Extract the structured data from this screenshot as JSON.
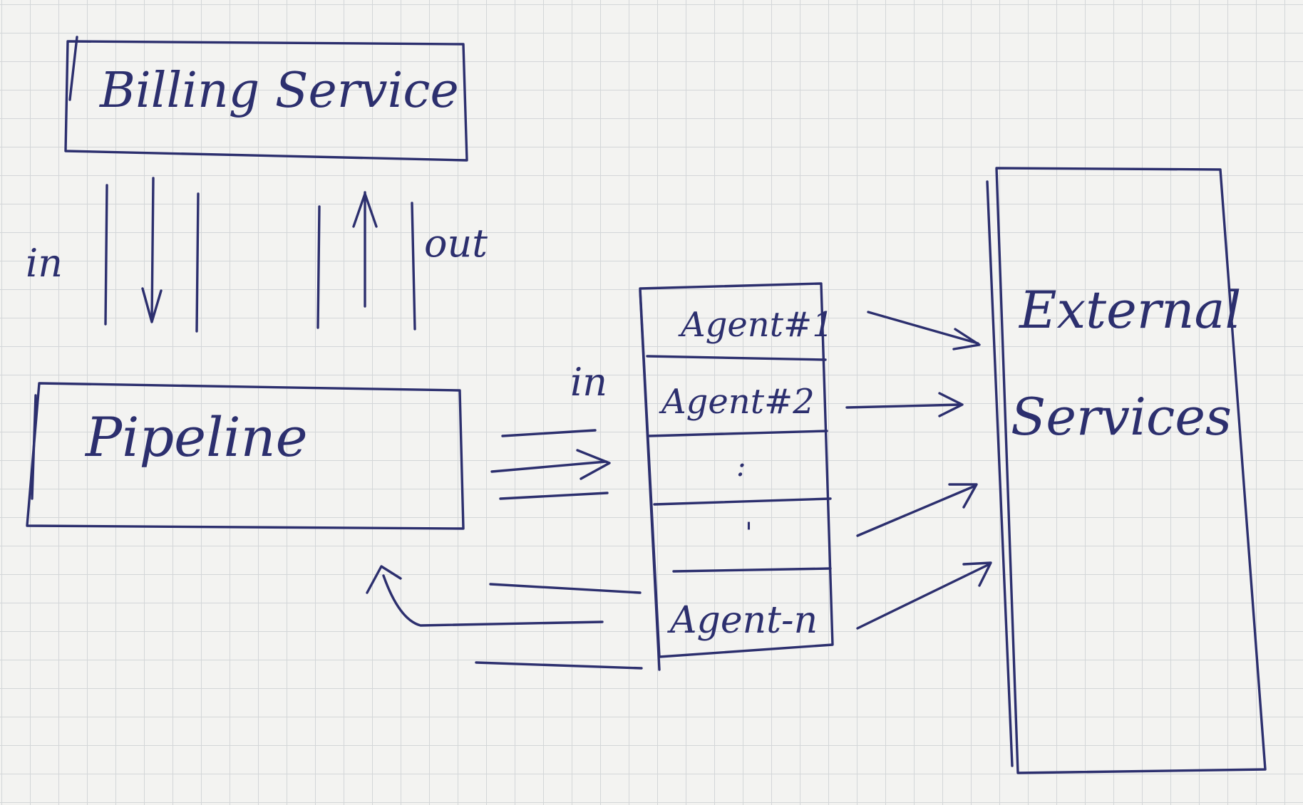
{
  "boxes": {
    "billing": "Billing Service",
    "pipeline": "Pipeline",
    "external_line1": "External",
    "external_line2": "Services"
  },
  "agents": [
    "Agent#1",
    "Agent#2",
    ":",
    "'",
    "Agent-n"
  ],
  "labels": {
    "billing_in": "in",
    "billing_out": "out",
    "pipeline_in": "in"
  },
  "colors": {
    "ink": "#2c2f6e",
    "paper": "#f3f3f1",
    "grid": "#d3d6d8"
  }
}
